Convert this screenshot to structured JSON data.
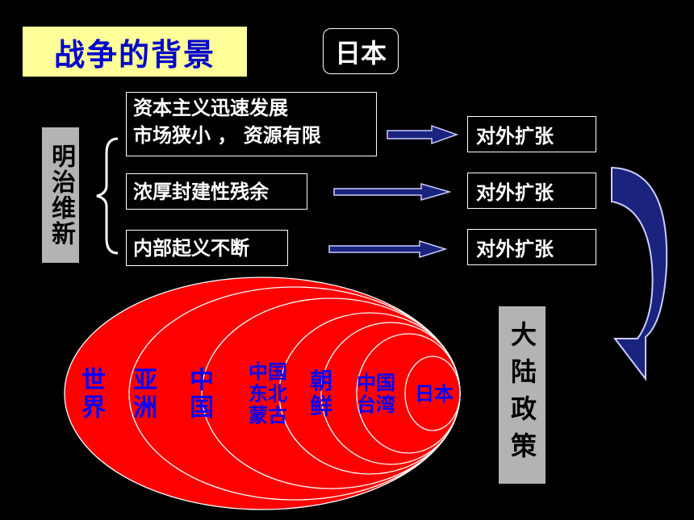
{
  "title": "战争的背景",
  "country": "日本",
  "side_label": "明治维新",
  "causes": [
    {
      "line1": "资本主义迅速发展",
      "line2": "市场狭小 ， 资源有限"
    },
    {
      "line1": "浓厚封建性残余"
    },
    {
      "line1": "内部起义不断"
    }
  ],
  "results": [
    "对外扩张",
    "对外扩张",
    "对外扩张"
  ],
  "policy": "大陆政策",
  "regions": [
    {
      "lines": [
        "世",
        "界"
      ]
    },
    {
      "lines": [
        "亚",
        "洲"
      ]
    },
    {
      "lines": [
        "中",
        "国"
      ]
    },
    {
      "lines": [
        "中国",
        "东北",
        "蒙古"
      ]
    },
    {
      "lines": [
        "朝",
        "鲜"
      ]
    },
    {
      "lines": [
        "中国",
        "台湾"
      ]
    },
    {
      "lines": [
        "日本"
      ]
    }
  ],
  "colors": {
    "title_bg": "#ffff99",
    "title_text": "#0000cc",
    "label_bg": "#b3b3b3",
    "ellipse_fill": "#ff0000",
    "region_text": "#0000ff",
    "arrow": "#1a237e"
  }
}
